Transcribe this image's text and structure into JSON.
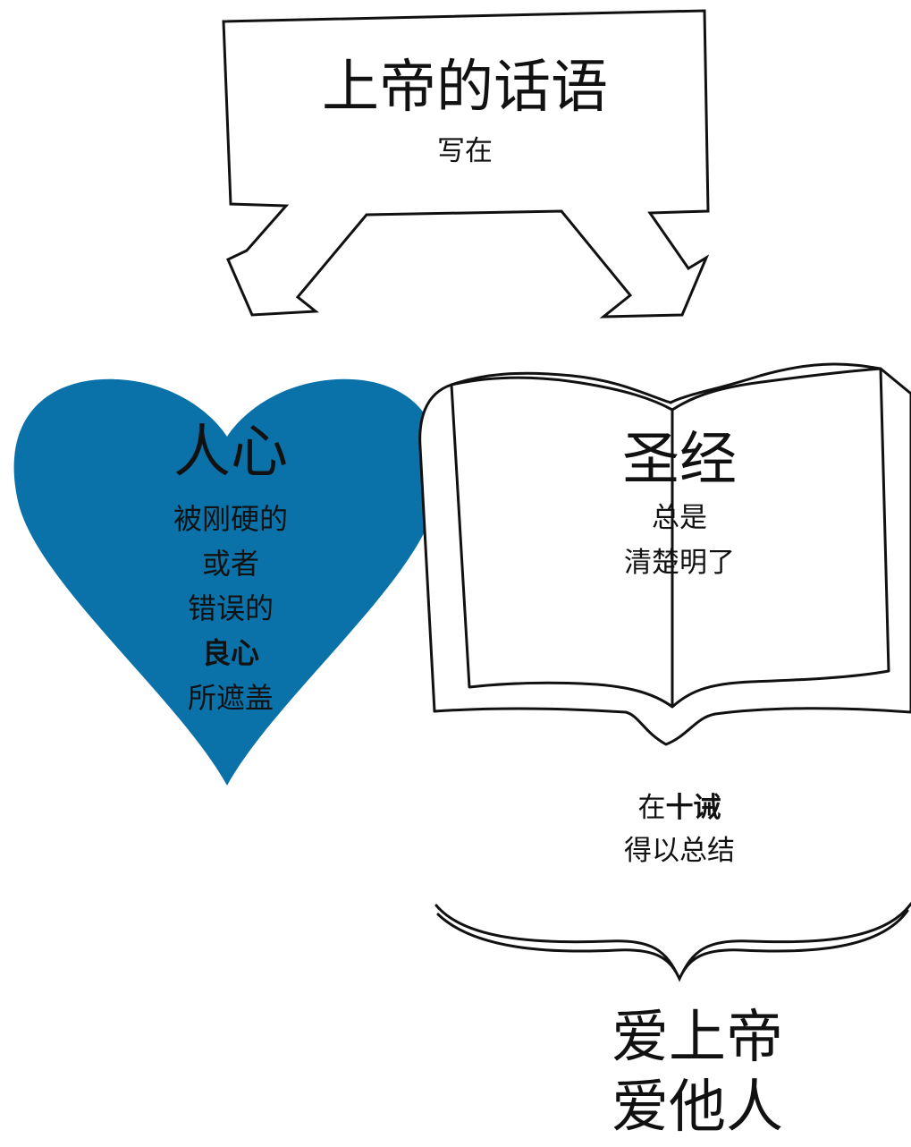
{
  "colors": {
    "heart_fill": "#0a72a8",
    "ink": "#111111",
    "background": "#ffffff"
  },
  "top_box": {
    "title": "上帝的话语",
    "subtitle": "写在"
  },
  "heart": {
    "title": "人心",
    "line1": "被刚硬的",
    "line2": "或者",
    "line3": "错误的",
    "emphasis": "良心",
    "line5": "所遮盖"
  },
  "bible": {
    "title": "圣经",
    "line1": "总是",
    "line2": "清楚明了"
  },
  "summary": {
    "prefix": "在",
    "emphasis": "十诫",
    "line2": "得以总结"
  },
  "bottom": {
    "line1": "爱上帝",
    "line2": "爱他人"
  }
}
